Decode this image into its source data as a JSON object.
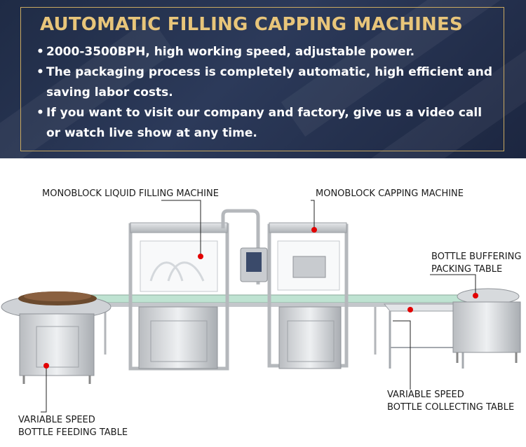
{
  "banner": {
    "title": "AUTOMATIC FILLING CAPPING MACHINES",
    "bullets": [
      "2000-3500BPH, high working speed, adjustable power.",
      "The packaging process is completely automatic, high efficient and saving labor costs.",
      "If you want to visit our company and factory, give us a video call or watch live show at any time."
    ]
  },
  "labels": {
    "filling": "MONOBLOCK LIQUID FILLING MACHINE",
    "capping": "MONOBLOCK CAPPING MACHINE",
    "buffering_line1": "BOTTLE BUFFERING",
    "buffering_line2": "PACKING TABLE",
    "collecting_line1": "VARIABLE SPEED",
    "collecting_line2": "BOTTLE COLLECTING TABLE",
    "feeding_line1": "VARIABLE SPEED",
    "feeding_line2": "BOTTLE FEEDING TABLE"
  },
  "colors": {
    "banner_bg": "#2c3a5a",
    "title_gold": "#e8c57a",
    "frame_gold": "#c9a961",
    "marker_red": "#e30000"
  }
}
